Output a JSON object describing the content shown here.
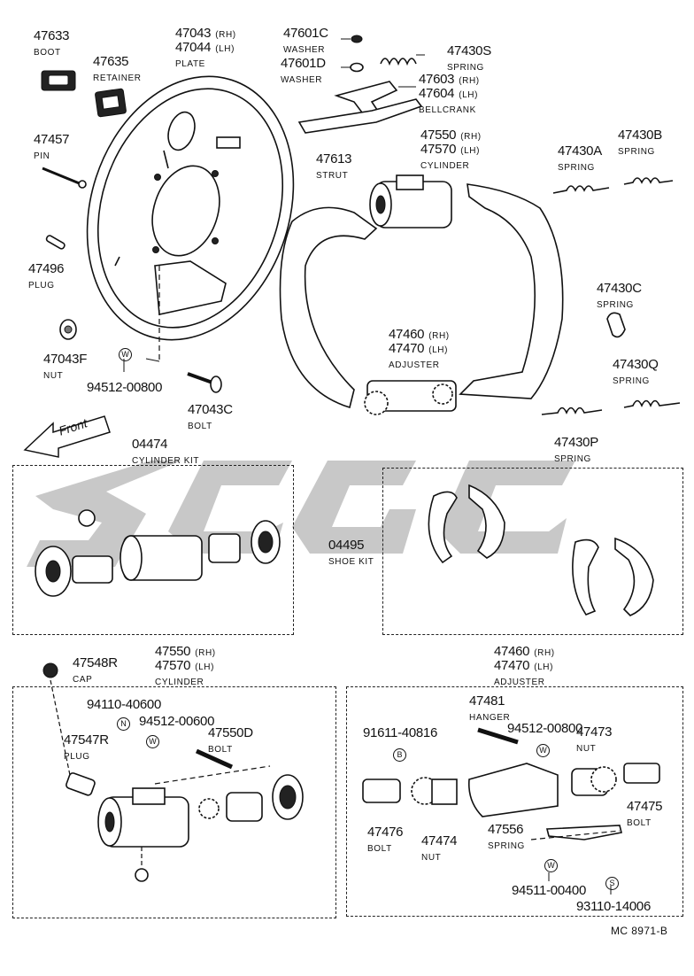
{
  "drawing_code": "MC 8971-B",
  "front_label": "Front",
  "parts": [
    {
      "id": "p47633",
      "number": "47633",
      "desc": "BOOT"
    },
    {
      "id": "p47635",
      "number": "47635",
      "desc": "RETAINER"
    },
    {
      "id": "p47043",
      "number": "47043",
      "suffix": "(RH)",
      "number2": "47044",
      "suffix2": "(LH)",
      "desc": "PLATE"
    },
    {
      "id": "p47601c",
      "number": "47601C",
      "desc": "WASHER"
    },
    {
      "id": "p47601d",
      "number": "47601D",
      "desc": "WASHER"
    },
    {
      "id": "p47430s",
      "number": "47430S",
      "desc": "SPRING"
    },
    {
      "id": "p47603",
      "number": "47603",
      "suffix": "(RH)",
      "number2": "47604",
      "suffix2": "(LH)",
      "desc": "BELLCRANK"
    },
    {
      "id": "p47457",
      "number": "47457",
      "desc": "PIN"
    },
    {
      "id": "p47550top",
      "number": "47550",
      "suffix": "(RH)",
      "number2": "47570",
      "suffix2": "(LH)",
      "desc": "CYLINDER"
    },
    {
      "id": "p47613",
      "number": "47613",
      "desc": "STRUT"
    },
    {
      "id": "p47430a",
      "number": "47430A",
      "desc": "SPRING"
    },
    {
      "id": "p47430b",
      "number": "47430B",
      "desc": "SPRING"
    },
    {
      "id": "p47496",
      "number": "47496",
      "desc": "PLUG"
    },
    {
      "id": "p47430c",
      "number": "47430C",
      "desc": "SPRING"
    },
    {
      "id": "p47460top",
      "number": "47460",
      "suffix": "(RH)",
      "number2": "47470",
      "suffix2": "(LH)",
      "desc": "ADJUSTER"
    },
    {
      "id": "p47043f",
      "number": "47043F",
      "desc": "NUT"
    },
    {
      "id": "p47430q",
      "number": "47430Q",
      "desc": "SPRING"
    },
    {
      "id": "p94512_00800a",
      "number": "94512-00800",
      "desc": ""
    },
    {
      "id": "p47043c",
      "number": "47043C",
      "desc": "BOLT"
    },
    {
      "id": "p47430p",
      "number": "47430P",
      "desc": "SPRING"
    },
    {
      "id": "p04474",
      "number": "04474",
      "desc": "CYLINDER KIT"
    },
    {
      "id": "p04495",
      "number": "04495",
      "desc": "SHOE KIT"
    },
    {
      "id": "p47548r",
      "number": "47548R",
      "desc": "CAP"
    },
    {
      "id": "p47550bot",
      "number": "47550",
      "suffix": "(RH)",
      "number2": "47570",
      "suffix2": "(LH)",
      "desc": "CYLINDER"
    },
    {
      "id": "p94110",
      "number": "94110-40600",
      "desc": ""
    },
    {
      "id": "p94512_00600",
      "number": "94512-00600",
      "desc": ""
    },
    {
      "id": "p47547r",
      "number": "47547R",
      "desc": "PLUG"
    },
    {
      "id": "p47550d",
      "number": "47550D",
      "desc": "BOLT"
    },
    {
      "id": "p47460bot",
      "number": "47460",
      "suffix": "(RH)",
      "number2": "47470",
      "suffix2": "(LH)",
      "desc": "ADJUSTER"
    },
    {
      "id": "p47481",
      "number": "47481",
      "desc": "HANGER"
    },
    {
      "id": "p91611",
      "number": "91611-40816",
      "desc": ""
    },
    {
      "id": "p94512_00800b",
      "number": "94512-00800",
      "desc": ""
    },
    {
      "id": "p47473",
      "number": "47473",
      "desc": "NUT"
    },
    {
      "id": "p47475",
      "number": "47475",
      "desc": "BOLT"
    },
    {
      "id": "p47476",
      "number": "47476",
      "desc": "BOLT"
    },
    {
      "id": "p47474",
      "number": "47474",
      "desc": "NUT"
    },
    {
      "id": "p47556",
      "number": "47556",
      "desc": "SPRING"
    },
    {
      "id": "p94511",
      "number": "94511-00400",
      "desc": ""
    },
    {
      "id": "p93110",
      "number": "93110-14006",
      "desc": ""
    }
  ],
  "markers": {
    "w": "W",
    "n": "N",
    "b": "B",
    "s": "S"
  }
}
